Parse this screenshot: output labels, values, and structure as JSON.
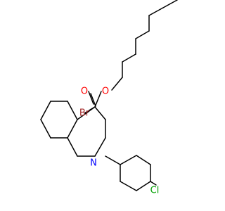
{
  "molecule": {
    "atoms": {
      "bromine": "Br",
      "nitrogen": "N",
      "chlorine": "Cl",
      "ester_oxygen": "O",
      "carbonyl_oxygen": "O"
    }
  },
  "colors": {
    "bond": "#000000",
    "Br": "#a52a2a",
    "N": "#0000ff",
    "Cl": "#00a000",
    "O": "#ff0000"
  }
}
